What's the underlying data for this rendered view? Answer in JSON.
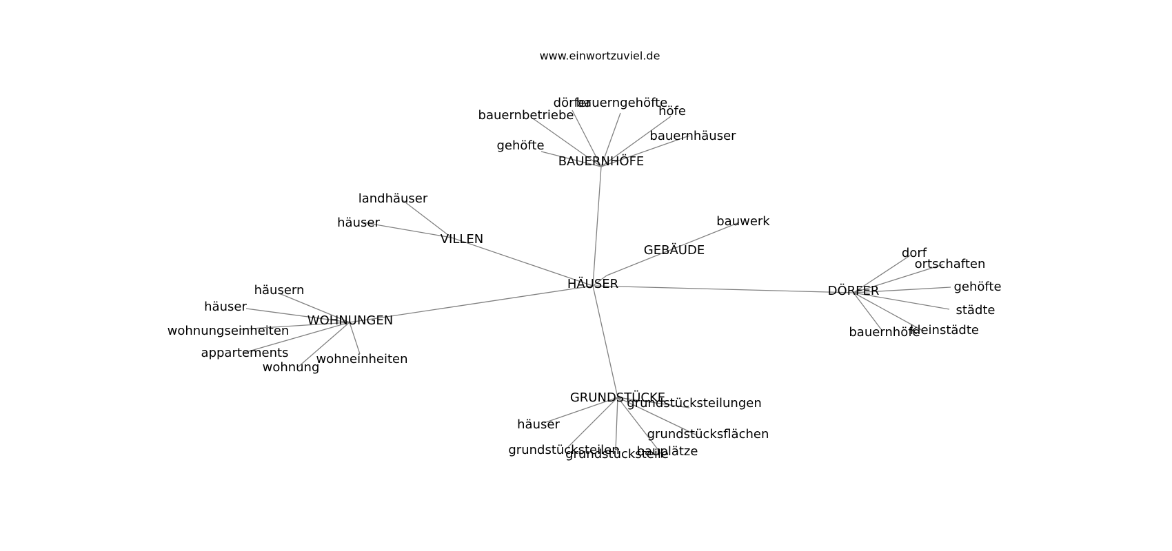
{
  "header": {
    "site": "www.einwortzuviel.de"
  },
  "center": {
    "label": "HÄUSER"
  },
  "clusters": [
    {
      "label": "BAUERNHÖFE",
      "leaves": [
        "gehöfte",
        "bauernbetriebe",
        "dörfer",
        "bauerngehöfte",
        "höfe",
        "bauernhäuser"
      ]
    },
    {
      "label": "VILLEN",
      "leaves": [
        "landhäuser",
        "häuser"
      ]
    },
    {
      "label": "GEBÄUDE",
      "leaves": [
        "bauwerk"
      ]
    },
    {
      "label": "WOHNUNGEN",
      "leaves": [
        "häusern",
        "häuser",
        "wohnungseinheiten",
        "appartements",
        "wohnung",
        "wohneinheiten"
      ]
    },
    {
      "label": "DÖRFER",
      "leaves": [
        "dorf",
        "ortschaften",
        "gehöfte",
        "städte",
        "kleinstädte",
        "bauernhöfe"
      ]
    },
    {
      "label": "GRUNDSTÜCKE",
      "leaves": [
        "häuser",
        "grundstücksteilen",
        "grundstücksteile",
        "bauplätze",
        "grundstücksflächen",
        "grundstücksteilungen"
      ]
    }
  ]
}
